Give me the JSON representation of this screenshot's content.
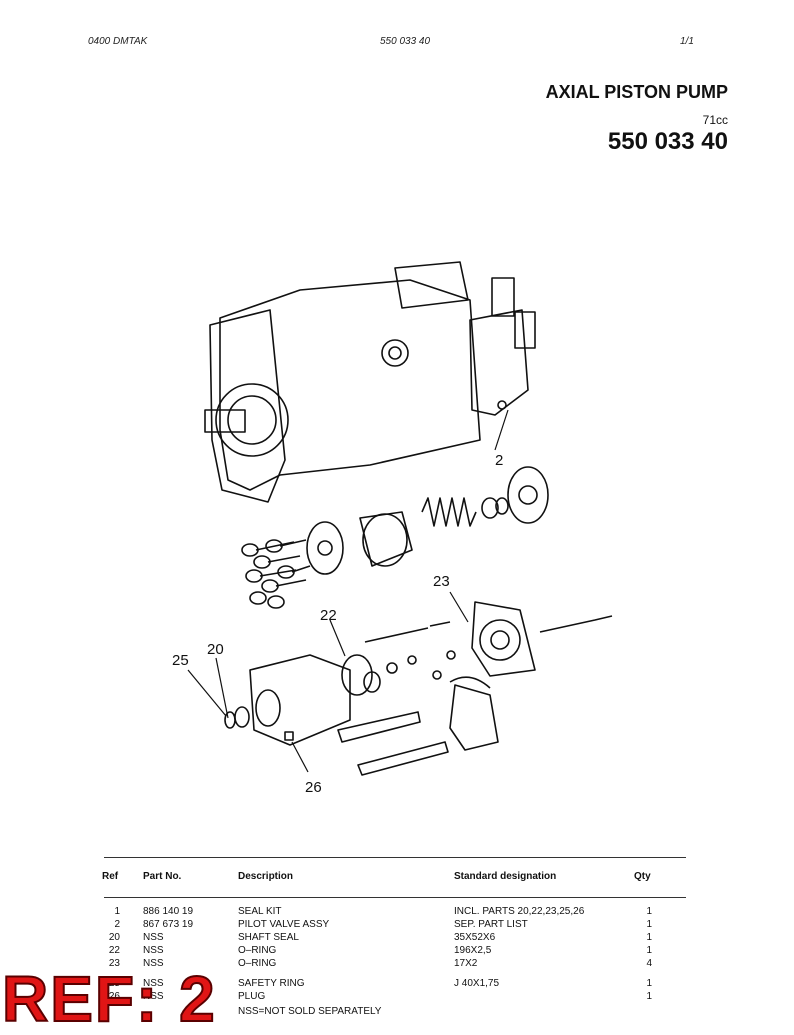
{
  "header": {
    "left": "0400   DMTAK",
    "center": "550 033 40",
    "right": "1/1"
  },
  "product": {
    "title": "AXIAL PISTON PUMP",
    "subtitle": "71cc",
    "part_number": "550 033 40"
  },
  "callouts": [
    "2",
    "23",
    "22",
    "20",
    "25",
    "26"
  ],
  "table": {
    "columns": [
      "Ref",
      "Part  No.",
      "Description",
      "Standard designation",
      "Qty"
    ],
    "rows": [
      {
        "ref": "1",
        "part": "886 140 19",
        "desc": "SEAL KIT",
        "std": "INCL. PARTS 20,22,23,25,26",
        "qty": "1"
      },
      {
        "ref": "2",
        "part": "867 673 19",
        "desc": "PILOT VALVE ASSY",
        "std": "SEP. PART LIST",
        "qty": "1"
      },
      {
        "ref": "20",
        "part": "NSS",
        "desc": "SHAFT SEAL",
        "std": "35X52X6",
        "qty": "1"
      },
      {
        "ref": "22",
        "part": "NSS",
        "desc": "O–RING",
        "std": "196X2,5",
        "qty": "1"
      },
      {
        "ref": "23",
        "part": "NSS",
        "desc": "O–RING",
        "std": "17X2",
        "qty": "4"
      },
      {
        "ref": "25",
        "part": "NSS",
        "desc": "SAFETY RING",
        "std": "J 40X1,75",
        "qty": "1"
      },
      {
        "ref": "26",
        "part": "NSS",
        "desc": "PLUG",
        "std": "",
        "qty": "1"
      }
    ],
    "note": "NSS=NOT SOLD SEPARATELY"
  },
  "stamp": {
    "text": "REF: 2",
    "color": "#e01515"
  }
}
